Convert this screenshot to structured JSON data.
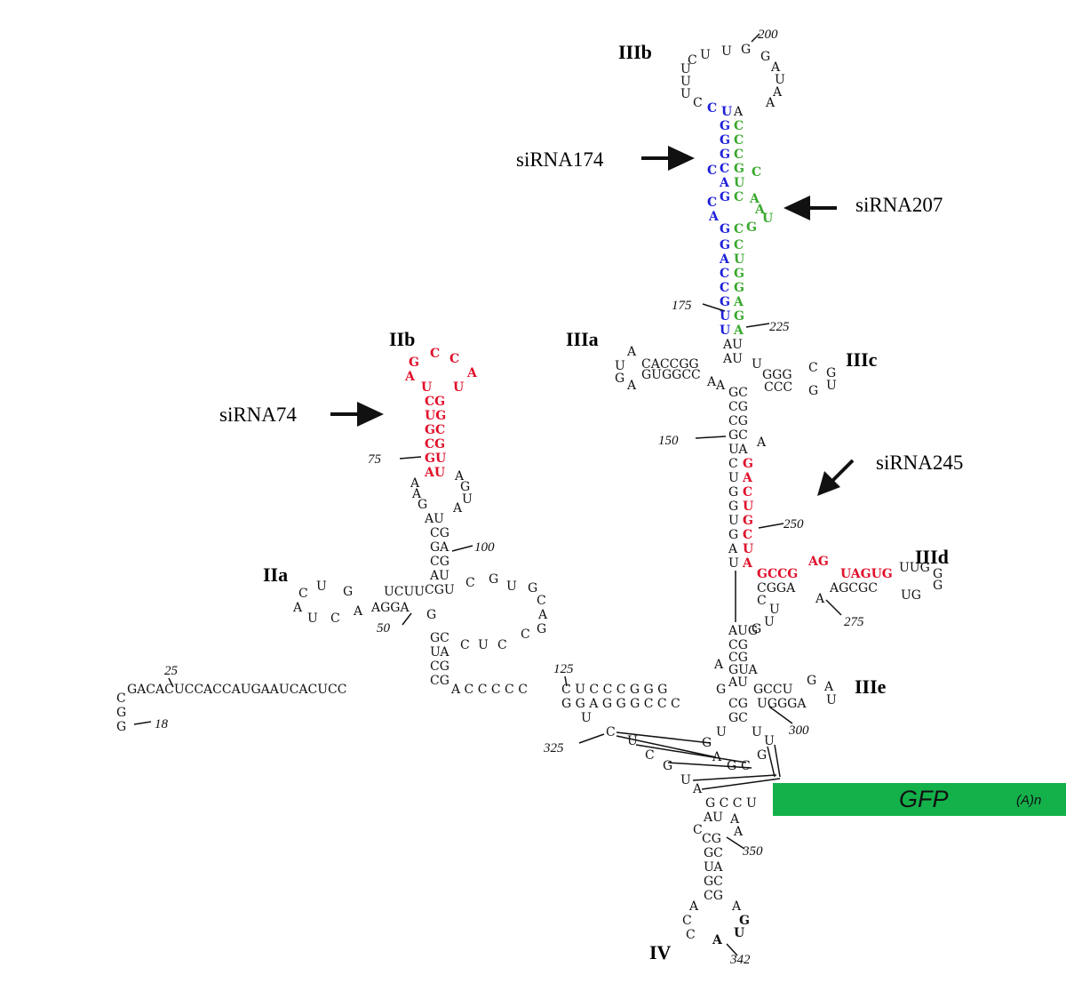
{
  "colors": {
    "black": "#111111",
    "red": "#e0102a",
    "blue": "#1d1fd8",
    "green": "#39a82e",
    "gfp_bar": "#14b14b"
  },
  "domains": {
    "IIa": "IIa",
    "IIb": "IIb",
    "IIIa": "IIIa",
    "IIIb": "IIIb",
    "IIIc": "IIIc",
    "IIId": "IIId",
    "IIIe": "IIIe",
    "IV": "IV"
  },
  "sirnas": {
    "s74": "siRNA74",
    "s174": "siRNA174",
    "s207": "siRNA207",
    "s245": "siRNA245"
  },
  "positions": [
    "18",
    "25",
    "50",
    "75",
    "100",
    "125",
    "150",
    "175",
    "200",
    "225",
    "250",
    "275",
    "300",
    "325",
    "342",
    "350"
  ],
  "gfp": {
    "label": "GFP",
    "polyA": "(A)n"
  },
  "sequences": {
    "left_arm": "GACACUCCACCAUGAAUCACUCC",
    "bottom_left": [
      "C",
      "G",
      "G"
    ],
    "linker_top": "A C C C C C",
    "helix_top": "C U C C C G G G",
    "helix_bottom": "G G A G G G C C C",
    "IIIa_top": "CACCGG",
    "IIIa_bottom": "GUGGCC",
    "IIIc_top": "GGG",
    "IIIc_bottom": "CCC",
    "IIId_red_1": "GCCG",
    "IIId_red_2": "AG",
    "IIId_red_3": "UAGUG",
    "IIId_tail": "UUG",
    "IIId_bottom_1": "CGGA",
    "IIId_bottom_2": "AGCGC",
    "IIId_bottom_3": "UG",
    "IIIe_top": "GCCU",
    "IIIe_bottom": "UGGGA",
    "IV_gccu": "G C C U",
    "IIa_top": "UCUU",
    "IIa_bottom": "AGGA",
    "IIIb_stem_5prime": [
      "C",
      "G",
      "G",
      "G",
      "C",
      "C",
      "C",
      "A",
      "G",
      "G",
      "A",
      "C",
      "C",
      "G",
      "U"
    ],
    "IIIb_stem_3prime": [
      "U",
      "C",
      "C",
      "C",
      "G",
      "U",
      "C",
      "A",
      "A",
      "U",
      "C",
      "C",
      "U",
      "G",
      "G",
      "A",
      "A"
    ],
    "IIIb_loop_left": [
      "U",
      "U",
      "U",
      "C"
    ],
    "IIIb_loop_top": [
      "C",
      "U",
      "U",
      "G",
      "G",
      "A",
      "U",
      "A",
      "A",
      "A"
    ],
    "IIb_stem": [
      "CG",
      "UG",
      "GC",
      "CG",
      "GU",
      "AU"
    ],
    "IIb_loop": [
      "G",
      "C",
      "C",
      "A",
      "A",
      "U",
      "U"
    ]
  }
}
